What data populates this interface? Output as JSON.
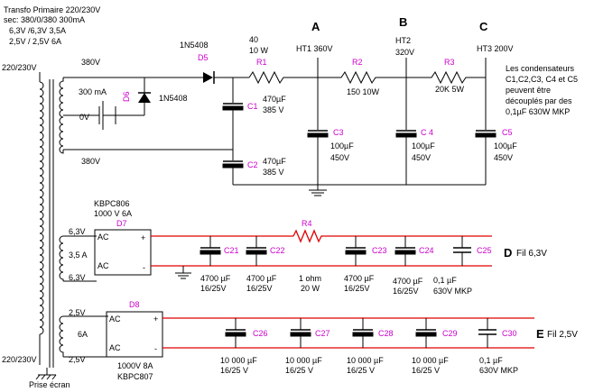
{
  "title": {
    "line1": "Transfo Primaire 220/230V",
    "line2": "sec: 380/0/380  300mA",
    "line3": "6,3V /6,3V  3,5A",
    "line4": "2,5V / 2,5V  6A"
  },
  "primary": {
    "top_label": "220/230V",
    "bottom_label": "220/230V",
    "ground_label": "Prise écran"
  },
  "secondary": {
    "v380_top": "380V",
    "ma300": "300 mA",
    "v0": "0V",
    "v380_bottom": "380V"
  },
  "diodes": {
    "d5_label": "D5",
    "d5_part": "1N5408",
    "d6_label": "D6",
    "d6_part": "1N5408"
  },
  "resistors": {
    "r1": {
      "label": "R1",
      "value": "40",
      "power": "10 W"
    },
    "r2": {
      "label": "R2",
      "value": "150  10W"
    },
    "r3": {
      "label": "R3",
      "value": "20K  5W"
    },
    "r4": {
      "label": "R4",
      "value": "1 ohm",
      "power": "20 W"
    }
  },
  "nodes": {
    "a": {
      "letter": "A",
      "label": "HT1  360V"
    },
    "b": {
      "letter": "B",
      "label": "HT2",
      "voltage": "320V"
    },
    "c": {
      "letter": "C",
      "label": "HT3  200V"
    },
    "d": {
      "letter": "D",
      "label": "Fil 6,3V"
    },
    "e": {
      "letter": "E",
      "label": "Fil 2,5V"
    }
  },
  "caps_ht": {
    "c1": {
      "label": "C1",
      "value": "470µF",
      "voltage": "385 V"
    },
    "c2": {
      "label": "C2",
      "value": "470µF",
      "voltage": "385 V"
    },
    "c3": {
      "label": "C3",
      "value": "100µF",
      "voltage": "450V"
    },
    "c4": {
      "label": "C 4",
      "value": "100µF",
      "voltage": "450V"
    },
    "c5": {
      "label": "C5",
      "value": "100µF",
      "voltage": "450V"
    }
  },
  "note": {
    "line1": "Les condensateurs",
    "line2": "C1,C2,C3, C4 et C5",
    "line3": "peuvent être",
    "line4": "découplés par des",
    "line5": "0,1µF 630W MKP"
  },
  "bridge_d7": {
    "part": "KBPC806",
    "rating": "1000 V  6A",
    "label": "D7",
    "ac": "AC",
    "plus": "+",
    "minus": "-"
  },
  "bridge_d8": {
    "label": "D8",
    "rating": "1000V  8A",
    "part": "KBPC807",
    "ac": "AC",
    "plus": "+",
    "minus": "-"
  },
  "fil63": {
    "v_top": "6,3V",
    "a": "3,5 A",
    "v_bottom": "6,3V"
  },
  "fil25": {
    "v_top": "2,5V",
    "a": "6A",
    "v_bottom": "2,5V"
  },
  "caps_d": {
    "c21": {
      "label": "C21",
      "value": "4700 µF",
      "voltage": "16/25V"
    },
    "c22": {
      "label": "C22",
      "value": "4700 µF",
      "voltage": "16/25V"
    },
    "c23": {
      "label": "C23",
      "value": "4700 µF",
      "voltage": "16/25V"
    },
    "c24": {
      "label": "C24",
      "value": "4700 µF",
      "voltage": "16/25V"
    },
    "c25": {
      "label": "C25",
      "value": "0,1 µF",
      "voltage": "630V MKP"
    }
  },
  "caps_e": {
    "c26": {
      "label": "C26",
      "value": "10 000 µF",
      "voltage": "16/25 V"
    },
    "c27": {
      "label": "C27",
      "value": "10 000 µF",
      "voltage": "16/25 V"
    },
    "c28": {
      "label": "C28",
      "value": "10 000 µF",
      "voltage": "16/25 V"
    },
    "c29": {
      "label": "C29",
      "value": "10 000 µF",
      "voltage": "16/25 V"
    },
    "c30": {
      "label": "C30",
      "value": "0,1 µF",
      "voltage": "630V MKP"
    }
  },
  "colors": {
    "wire_hv": "#000000",
    "wire_filament": "#e00000",
    "labels_parts": "#cc00cc"
  }
}
